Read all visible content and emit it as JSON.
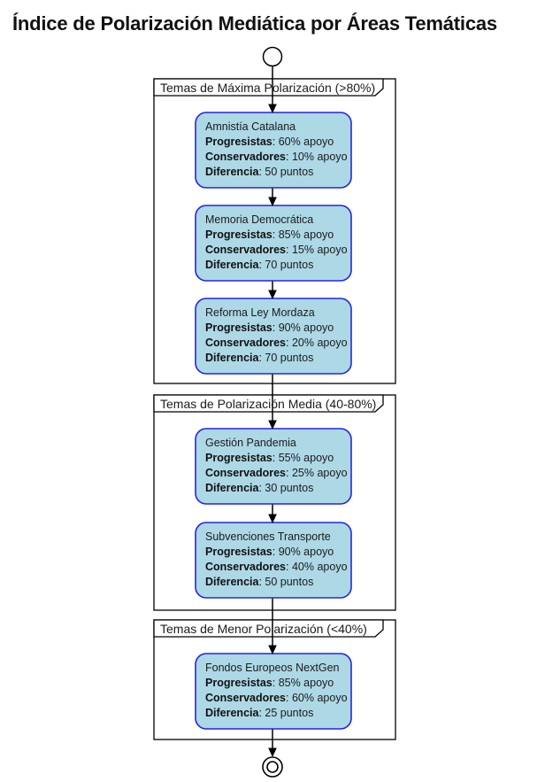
{
  "title": "Índice de Polarización Mediática por Áreas Temáticas",
  "colors": {
    "topic_fill": "#ADD8E6",
    "topic_border": "#2424E4",
    "partition_border": "#000000",
    "arrow": "#000000"
  },
  "groups": [
    {
      "label": "Temas de Máxima Polarización (>80%)",
      "topics": [
        {
          "title": "Amnistía Catalana",
          "rows": [
            {
              "key": "Progresistas",
              "value": "60% apoyo"
            },
            {
              "key": "Conservadores",
              "value": "10% apoyo"
            },
            {
              "key": "Diferencia",
              "value": "50 puntos"
            }
          ]
        },
        {
          "title": "Memoria Democrática",
          "rows": [
            {
              "key": "Progresistas",
              "value": "85% apoyo"
            },
            {
              "key": "Conservadores",
              "value": "15% apoyo"
            },
            {
              "key": "Diferencia",
              "value": "70 puntos"
            }
          ]
        },
        {
          "title": "Reforma Ley Mordaza",
          "rows": [
            {
              "key": "Progresistas",
              "value": "90% apoyo"
            },
            {
              "key": "Conservadores",
              "value": "20% apoyo"
            },
            {
              "key": "Diferencia",
              "value": "70 puntos"
            }
          ]
        }
      ]
    },
    {
      "label": "Temas de Polarización Media (40-80%)",
      "topics": [
        {
          "title": "Gestión Pandemia",
          "rows": [
            {
              "key": "Progresistas",
              "value": "55% apoyo"
            },
            {
              "key": "Conservadores",
              "value": "25% apoyo"
            },
            {
              "key": "Diferencia",
              "value": "30 puntos"
            }
          ]
        },
        {
          "title": "Subvenciones Transporte",
          "rows": [
            {
              "key": "Progresistas",
              "value": "90% apoyo"
            },
            {
              "key": "Conservadores",
              "value": "40% apoyo"
            },
            {
              "key": "Diferencia",
              "value": "50 puntos"
            }
          ]
        }
      ]
    },
    {
      "label": "Temas de Menor Polarización (<40%)",
      "topics": [
        {
          "title": "Fondos Europeos NextGen",
          "rows": [
            {
              "key": "Progresistas",
              "value": "85% apoyo"
            },
            {
              "key": "Conservadores",
              "value": "60% apoyo"
            },
            {
              "key": "Diferencia",
              "value": "25 puntos"
            }
          ]
        }
      ]
    }
  ]
}
